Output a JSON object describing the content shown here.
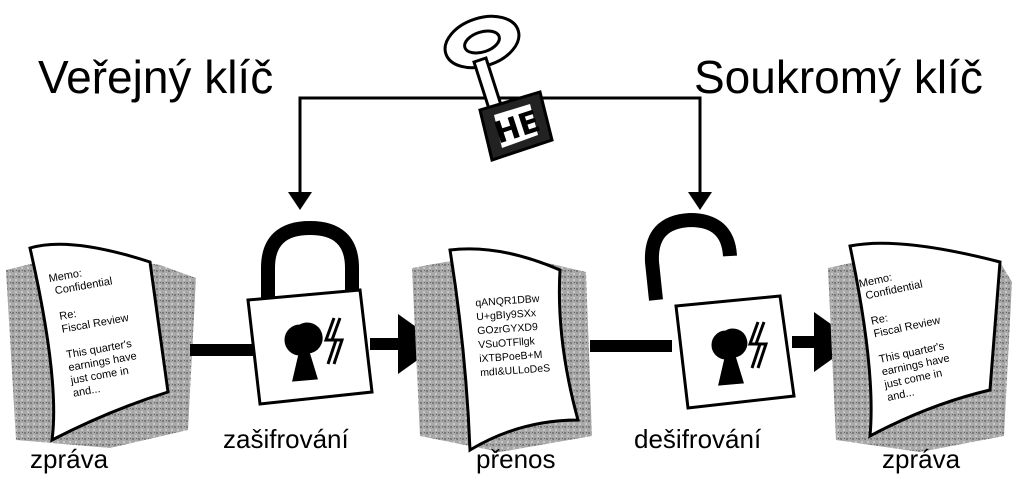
{
  "keys": {
    "public_label": "Veřejný klíč",
    "private_label": "Soukromý klíč"
  },
  "steps": {
    "message_left": "zpráva",
    "encrypt": "zašifrování",
    "transmit": "přenos",
    "decrypt": "dešifrování",
    "message_right": "zpráva"
  },
  "plain_document": {
    "lines": [
      "Memo:",
      "Confidential",
      "",
      "Re:",
      "Fiscal Review",
      "",
      "This quarter's",
      "earnings have",
      "just come in",
      "and..."
    ]
  },
  "cipher_document": {
    "lines": [
      "qANQR1DBw",
      "U+gBIy9SXx",
      "GOzrGYXD9",
      "VSuOTFllgk",
      "iXTBPoeB+M",
      "mdI&ULLoDeS"
    ]
  },
  "key_emblem": {
    "letters": "HE"
  }
}
